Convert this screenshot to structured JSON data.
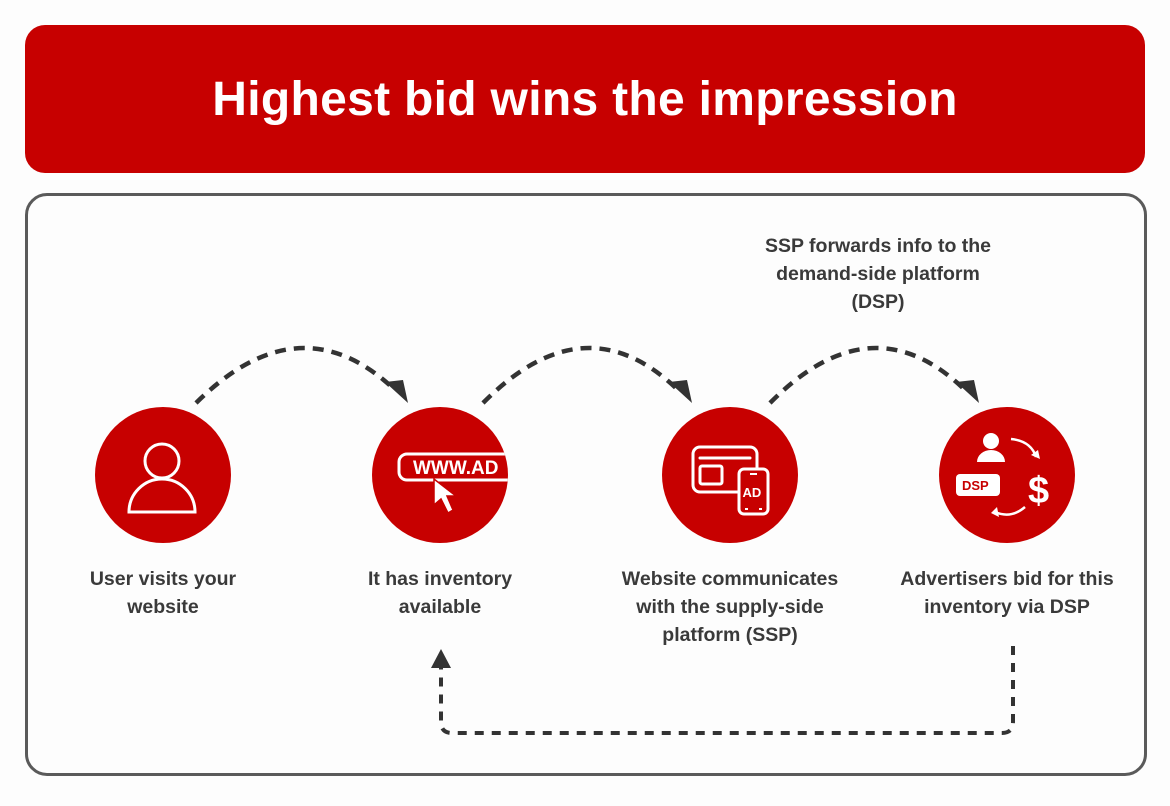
{
  "header": {
    "title": "Highest bid wins the impression"
  },
  "colors": {
    "brand_red": "#c70000",
    "text_dark": "#3a3a3a",
    "arrow": "#333333",
    "border": "#5a5a5a"
  },
  "steps": [
    {
      "label": "User visits your website",
      "icon": "user-icon"
    },
    {
      "label": "It has inventory available",
      "icon": "browser-url-cursor-icon",
      "icon_text": "WWW.AD"
    },
    {
      "label": "Website communicates with the supply-side platform (SSP)",
      "icon": "devices-ad-icon",
      "icon_text": "AD"
    },
    {
      "label": "Advertisers bid for this inventory via DSP",
      "icon": "dsp-bidding-icon",
      "icon_text": "DSP",
      "icon_symbol": "$"
    }
  ],
  "annotation": {
    "text": "SSP forwards info to the demand-side platform (DSP)"
  },
  "connectors": [
    {
      "from": "step-1",
      "to": "step-2",
      "style": "dashed-arc"
    },
    {
      "from": "step-2",
      "to": "step-3",
      "style": "dashed-arc"
    },
    {
      "from": "step-3",
      "to": "step-4",
      "style": "dashed-arc"
    },
    {
      "from": "step-4",
      "to": "step-2",
      "style": "dashed-loop-back"
    }
  ]
}
